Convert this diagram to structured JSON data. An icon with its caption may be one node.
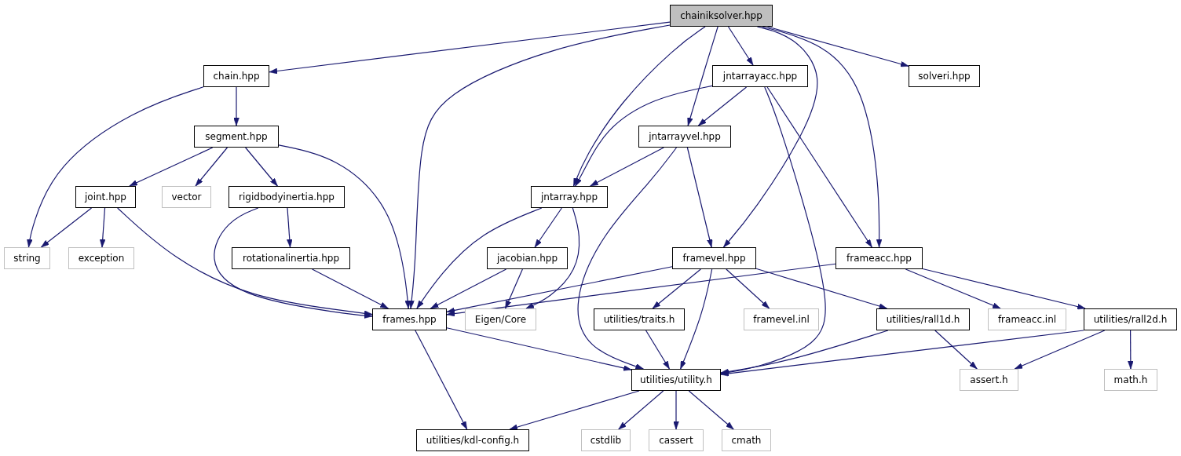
{
  "diagram": {
    "nodes": [
      {
        "text": [
          "chainiksolver.hpp"
        ]
      },
      {
        "text": [
          "chain.hpp"
        ]
      },
      {
        "text": [
          "jntarrayacc.hpp"
        ]
      },
      {
        "text": [
          "solveri.hpp"
        ]
      },
      {
        "text": [
          "segment.hpp"
        ]
      },
      {
        "text": [
          "jntarrayvel.hpp"
        ]
      },
      {
        "text": [
          "joint.hpp"
        ]
      },
      {
        "text": [
          "vector"
        ]
      },
      {
        "text": [
          "rigidbodyinertia.hpp"
        ]
      },
      {
        "text": [
          "jntarray.hpp"
        ]
      },
      {
        "text": [
          "string"
        ]
      },
      {
        "text": [
          "exception"
        ]
      },
      {
        "text": [
          "rotationalinertia.hpp"
        ]
      },
      {
        "text": [
          "jacobian.hpp"
        ]
      },
      {
        "text": [
          "framevel.hpp"
        ]
      },
      {
        "text": [
          "frameacc.hpp"
        ]
      },
      {
        "text": [
          "frames.hpp"
        ]
      },
      {
        "text": [
          "Eigen/Core"
        ]
      },
      {
        "text": [
          "utilities/traits.h"
        ]
      },
      {
        "text": [
          "framevel.inl"
        ]
      },
      {
        "text": [
          "utilities/rall1d.h"
        ]
      },
      {
        "text": [
          "frameacc.inl"
        ]
      },
      {
        "text": [
          "utilities/rall2d.h"
        ]
      },
      {
        "text": [
          "utilities/utility.h"
        ]
      },
      {
        "text": [
          "assert.h"
        ]
      },
      {
        "text": [
          "math.h"
        ]
      },
      {
        "text": [
          "utilities/kdl-config.h"
        ]
      },
      {
        "text": [
          "cstdlib"
        ]
      },
      {
        "text": [
          "cassert"
        ]
      },
      {
        "text": [
          "cmath"
        ]
      }
    ],
    "edges": [
      {
        "from": 0,
        "to": 1,
        "arrow": "to"
      },
      {
        "from": 0,
        "to": 16,
        "arrow": "to"
      },
      {
        "from": 0,
        "to": 9,
        "arrow": "to"
      },
      {
        "from": 0,
        "to": 5,
        "arrow": "to"
      },
      {
        "from": 0,
        "to": 2,
        "arrow": "to"
      },
      {
        "from": 0,
        "to": 14,
        "arrow": "to"
      },
      {
        "from": 0,
        "to": 15,
        "arrow": "to"
      },
      {
        "from": 0,
        "to": 3,
        "arrow": "to"
      },
      {
        "from": 1,
        "to": 4,
        "arrow": "to"
      },
      {
        "from": 1,
        "to": 10,
        "arrow": "to"
      },
      {
        "from": 4,
        "to": 6,
        "arrow": "to"
      },
      {
        "from": 4,
        "to": 7,
        "arrow": "to"
      },
      {
        "from": 4,
        "to": 8,
        "arrow": "to"
      },
      {
        "from": 4,
        "to": 16,
        "arrow": "to"
      },
      {
        "from": 2,
        "to": 9,
        "arrow": "to"
      },
      {
        "from": 2,
        "to": 5,
        "arrow": "to"
      },
      {
        "from": 2,
        "to": 23,
        "arrow": "to"
      },
      {
        "from": 2,
        "to": 15,
        "arrow": "to"
      },
      {
        "from": 5,
        "to": 9,
        "arrow": "to"
      },
      {
        "from": 5,
        "to": 23,
        "arrow": "to"
      },
      {
        "from": 5,
        "to": 14,
        "arrow": "to"
      },
      {
        "from": 6,
        "to": 10,
        "arrow": "to"
      },
      {
        "from": 6,
        "to": 11,
        "arrow": "to"
      },
      {
        "from": 6,
        "to": 16,
        "arrow": "to"
      },
      {
        "from": 8,
        "to": 16,
        "arrow": "to"
      },
      {
        "from": 8,
        "to": 12,
        "arrow": "to"
      },
      {
        "from": 9,
        "to": 16,
        "arrow": "to"
      },
      {
        "from": 9,
        "to": 13,
        "arrow": "to"
      },
      {
        "from": 9,
        "to": 17,
        "arrow": "to"
      },
      {
        "from": 12,
        "to": 16,
        "arrow": "to"
      },
      {
        "from": 13,
        "to": 16,
        "arrow": "to"
      },
      {
        "from": 13,
        "to": 17,
        "arrow": "to"
      },
      {
        "from": 14,
        "to": 16,
        "arrow": "to"
      },
      {
        "from": 14,
        "to": 18,
        "arrow": "to"
      },
      {
        "from": 14,
        "to": 23,
        "arrow": "to"
      },
      {
        "from": 14,
        "to": 19,
        "arrow": "to"
      },
      {
        "from": 14,
        "to": 20,
        "arrow": "to"
      },
      {
        "from": 15,
        "to": 16,
        "arrow": "to"
      },
      {
        "from": 15,
        "to": 21,
        "arrow": "to"
      },
      {
        "from": 15,
        "to": 22,
        "arrow": "to"
      },
      {
        "from": 16,
        "to": 23,
        "arrow": "to"
      },
      {
        "from": 16,
        "to": 26,
        "arrow": "to"
      },
      {
        "from": 18,
        "to": 23,
        "arrow": "to"
      },
      {
        "from": 20,
        "to": 23,
        "arrow": "to"
      },
      {
        "from": 20,
        "to": 24,
        "arrow": "to"
      },
      {
        "from": 22,
        "to": 23,
        "arrow": "to"
      },
      {
        "from": 22,
        "to": 24,
        "arrow": "to"
      },
      {
        "from": 22,
        "to": 25,
        "arrow": "to"
      },
      {
        "from": 23,
        "to": 26,
        "arrow": "to"
      },
      {
        "from": 23,
        "to": 27,
        "arrow": "to"
      },
      {
        "from": 23,
        "to": 28,
        "arrow": "to"
      },
      {
        "from": 23,
        "to": 29,
        "arrow": "to"
      }
    ]
  }
}
